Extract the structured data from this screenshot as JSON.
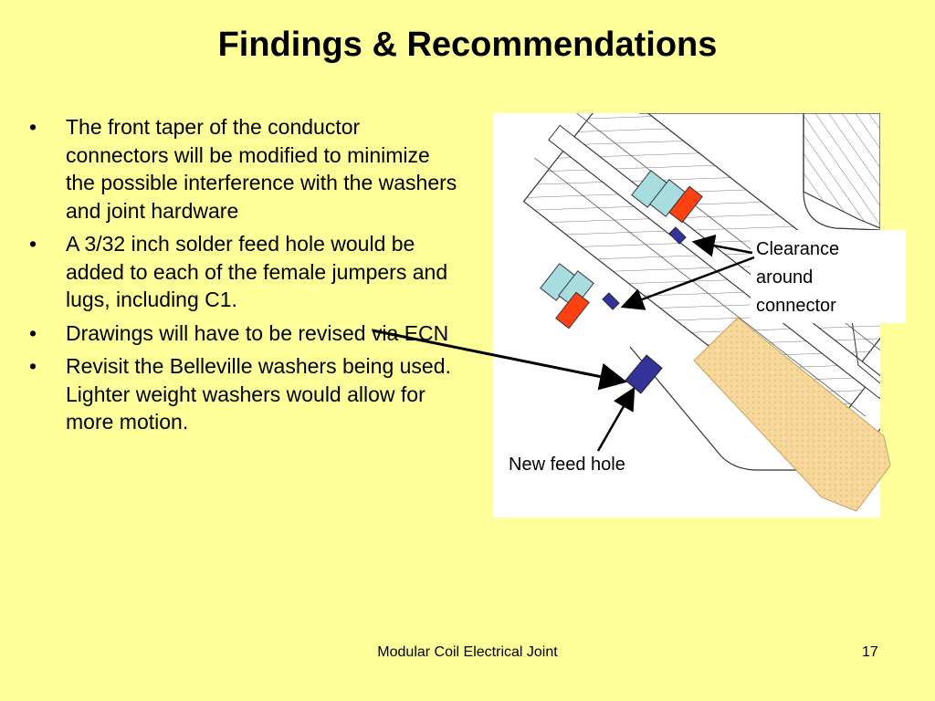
{
  "slide": {
    "title": "Findings & Recommendations",
    "bullets": [
      "The front taper of the conductor connectors will be modified to minimize the possible interference with the washers and joint hardware",
      "A 3/32 inch solder feed hole would be added to each of the female jumpers and lugs, including C1.",
      "Drawings will have to be revised via ECN",
      "Revisit the Belleville washers being used.  Lighter weight washers would allow for more motion."
    ]
  },
  "figure": {
    "callout_clearance": [
      "Clearance",
      "around",
      "connector"
    ],
    "callout_feed": "New feed hole",
    "colors": {
      "washer_cyan": "#A8DDE0",
      "washer_red": "#FF4010",
      "feed_hole_blue": "#333399",
      "insulation_tan": "#F6D79C",
      "background": "#FFFF99"
    }
  },
  "footer": {
    "title": "Modular Coil Electrical Joint",
    "page": "17"
  }
}
